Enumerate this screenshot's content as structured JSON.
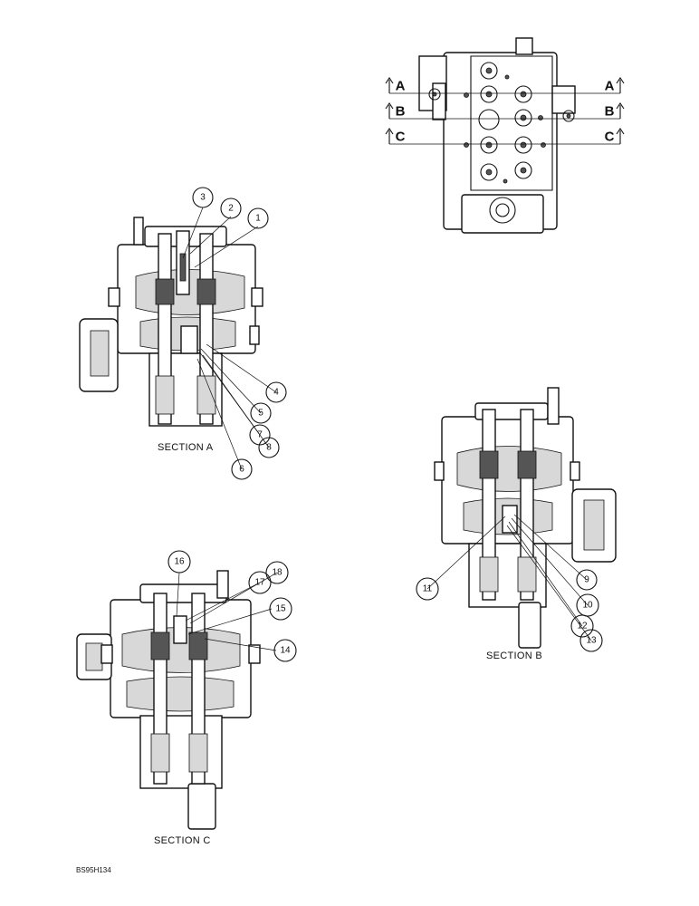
{
  "sections": {
    "a": {
      "caption": "SECTION A",
      "callouts": [
        "3",
        "2",
        "1",
        "4",
        "5",
        "7",
        "8",
        "6"
      ]
    },
    "b": {
      "caption": "SECTION B",
      "callouts": [
        "11",
        "9",
        "10",
        "12",
        "13"
      ]
    },
    "c": {
      "caption": "SECTION C",
      "callouts": [
        "16",
        "17",
        "18",
        "15",
        "14"
      ]
    }
  },
  "top_view": {
    "left_labels": [
      "A",
      "B",
      "C"
    ],
    "right_labels": [
      "A",
      "B",
      "C"
    ]
  },
  "figure_ref": "BS95H134"
}
